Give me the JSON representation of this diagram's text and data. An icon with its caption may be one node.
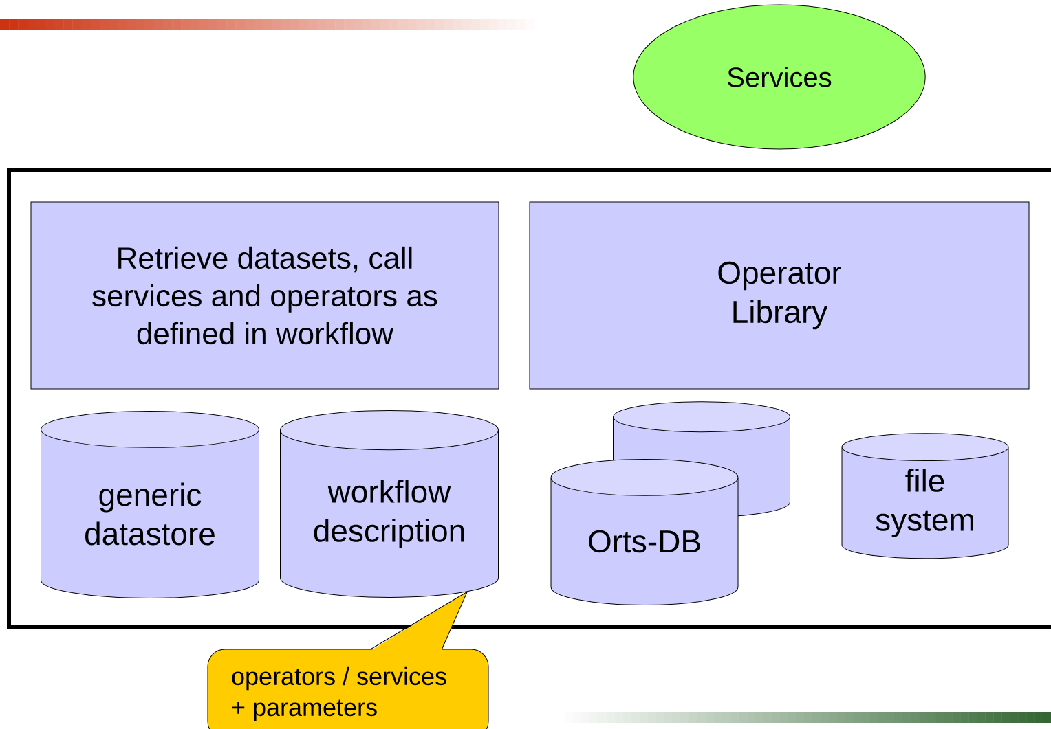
{
  "diagram": {
    "nodes": [
      {
        "text": [],
        "shape": "box"
      },
      {
        "text": [
          "Services"
        ]
      },
      {
        "text": [
          "Retrieve datasets, call services and operators as defined in workflow"
        ],
        "in": 0
      },
      {
        "text": [
          "Operator Library"
        ],
        "in": 0
      },
      {
        "text": [
          "generic datastore"
        ],
        "in": 0
      },
      {
        "text": [
          "workflow description"
        ],
        "in": 0
      },
      {
        "text": [],
        "shape": "cylinder",
        "in": 0
      },
      {
        "text": [
          "Orts-DB"
        ],
        "in": 0
      },
      {
        "text": [
          "file system"
        ],
        "in": 0
      },
      {
        "text": [
          "operators / services + parameters"
        ]
      }
    ],
    "edges": [
      {
        "from": 9,
        "to": 5,
        "arrow": "none"
      }
    ]
  }
}
